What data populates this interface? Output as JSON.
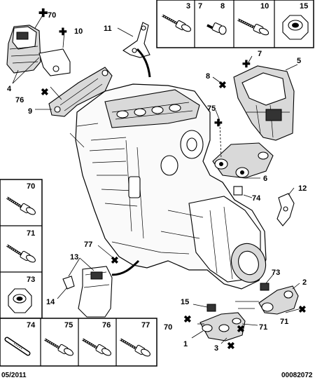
{
  "parts_top_panel": [
    {
      "number": "3"
    },
    {
      "number": "7"
    },
    {
      "number": "8"
    },
    {
      "number": "10"
    },
    {
      "number": "15"
    }
  ],
  "parts_left_panel": [
    {
      "number": "70"
    },
    {
      "number": "71"
    },
    {
      "number": "73"
    }
  ],
  "parts_bottom_panel": [
    {
      "number": "74"
    },
    {
      "number": "75"
    },
    {
      "number": "76"
    },
    {
      "number": "77"
    }
  ],
  "callouts": {
    "c70_top": "70",
    "c10": "10",
    "c11": "11",
    "c4": "4",
    "c76": "76",
    "c9": "9",
    "c7": "7",
    "c5": "5",
    "c8": "8",
    "c75": "75",
    "c6": "6",
    "c74": "74",
    "c12": "12",
    "c77": "77",
    "c13": "13",
    "c14": "14",
    "c73": "73",
    "c2": "2",
    "c15": "15",
    "c70_bottom": "70",
    "c71_right": "71",
    "c1": "1",
    "c71_mid": "71",
    "c3": "3"
  },
  "footer": {
    "date": "05/2011",
    "reference": "00082072"
  }
}
